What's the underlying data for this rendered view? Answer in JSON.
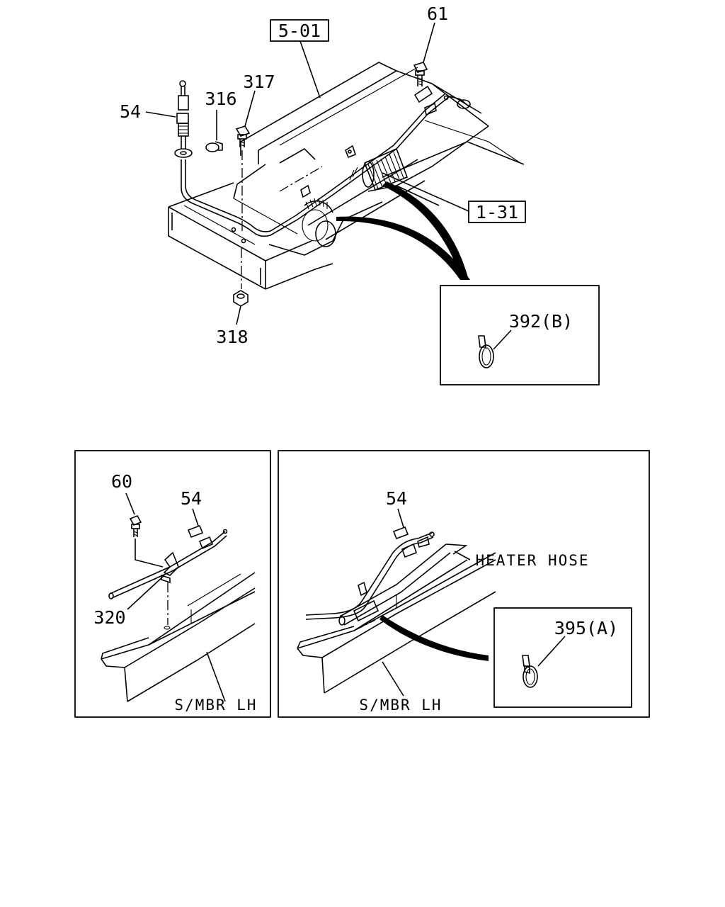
{
  "main": {
    "refs": {
      "ref_5_01": "5-01",
      "ref_1_31": "1-31"
    },
    "callouts": {
      "c61": "61",
      "c54": "54",
      "c316": "316",
      "c317": "317",
      "c318": "318"
    },
    "inset_clamp_b": {
      "label": "392(B)"
    }
  },
  "detail_left": {
    "callouts": {
      "c60": "60",
      "c54": "54",
      "c320": "320"
    },
    "member_label": "S/MBR LH"
  },
  "detail_right": {
    "callouts": {
      "c54": "54"
    },
    "hose_label": "HEATER HOSE",
    "member_label": "S/MBR LH",
    "inset_clamp_a": {
      "label": "395(A)"
    }
  }
}
